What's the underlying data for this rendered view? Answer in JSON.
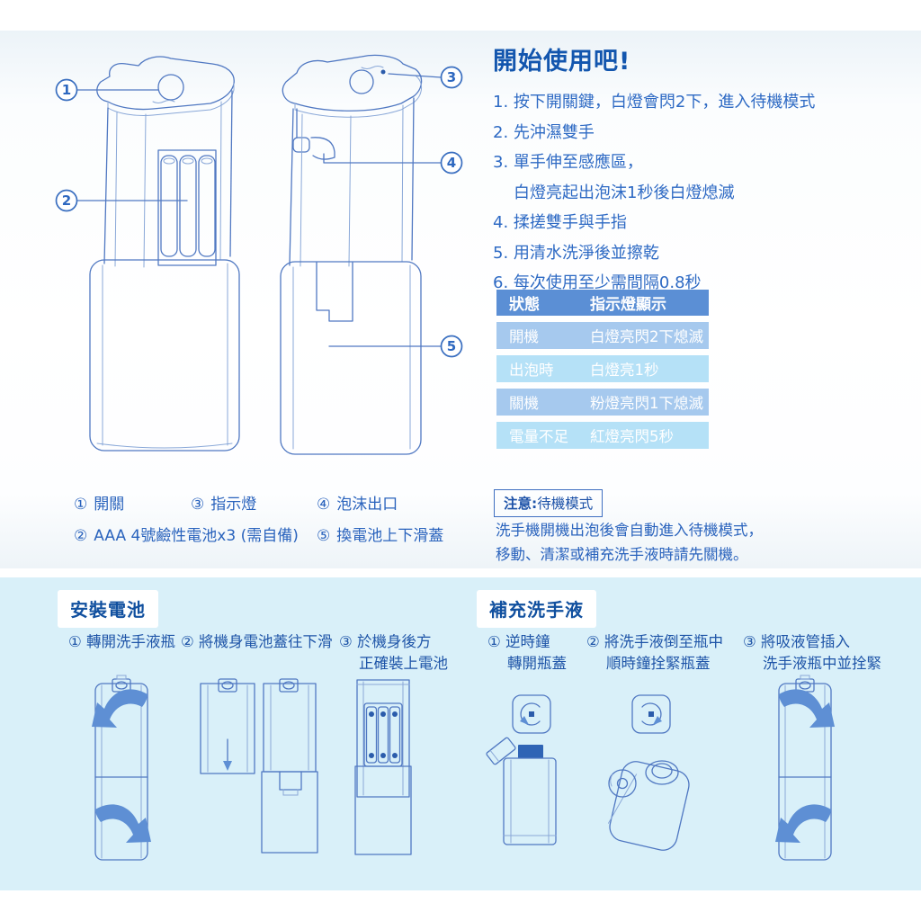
{
  "device_diagram": {
    "callouts": [
      "1",
      "2",
      "3",
      "4",
      "5"
    ]
  },
  "usage": {
    "title": "開始使用吧!",
    "lines": [
      "1. 按下開關鍵，白燈會閃2下，進入待機模式",
      "2. 先沖濕雙手",
      "3. 單手伸至感應區，",
      "白燈亮起出泡沫1秒後白燈熄滅",
      "4. 揉搓雙手與手指",
      "5. 用清水洗淨後並擦乾",
      "6. 每次使用至少需間隔0.8秒"
    ]
  },
  "status_table": {
    "headers": [
      "狀態",
      "指示燈顯示"
    ],
    "rows": [
      {
        "state": "開機",
        "light": "白燈亮閃2下熄滅"
      },
      {
        "state": "出泡時",
        "light": "白燈亮1秒"
      },
      {
        "state": "關機",
        "light": "粉燈亮閃1下熄滅"
      },
      {
        "state": "電量不足",
        "light": "紅燈亮閃5秒"
      }
    ]
  },
  "legend": {
    "items": [
      {
        "num": "①",
        "label": "開關"
      },
      {
        "num": "②",
        "label": "AAA 4號鹼性電池x3 (需自備)"
      },
      {
        "num": "③",
        "label": "指示燈"
      },
      {
        "num": "④",
        "label": "泡沫出口"
      },
      {
        "num": "⑤",
        "label": "換電池上下滑蓋"
      }
    ]
  },
  "notice": {
    "box_bold": "注意:",
    "box_text": "待機模式",
    "line1": "洗手機開機出泡後會自動進入待機模式，",
    "line2": "移動、清潔或補充洗手液時請先關機。"
  },
  "battery_section": {
    "title": "安裝電池",
    "steps": [
      {
        "line1": "① 轉開洗手液瓶",
        "line2": ""
      },
      {
        "line1": "② 將機身電池蓋往下滑",
        "line2": ""
      },
      {
        "line1": "③ 於機身後方",
        "line2": "正確裝上電池"
      }
    ]
  },
  "refill_section": {
    "title": "補充洗手液",
    "steps": [
      {
        "line1": "① 逆時鐘",
        "line2": "轉開瓶蓋"
      },
      {
        "line1": "② 將洗手液倒至瓶中",
        "line2": "順時鐘拴緊瓶蓋"
      },
      {
        "line1": "③ 將吸液管插入",
        "line2": "洗手液瓶中並拴緊"
      }
    ]
  },
  "colors": {
    "accent_title": "#1356ae",
    "body_text": "#2e6ac4",
    "table_header_bg": "#5b8fd5",
    "table_row_a": "#a6c9ee",
    "table_row_b": "#b5e1f7",
    "bottom_panel_bg": "#d9f0f9",
    "line_art": "#5078c2",
    "arrow_fill": "#5e8fd4"
  }
}
